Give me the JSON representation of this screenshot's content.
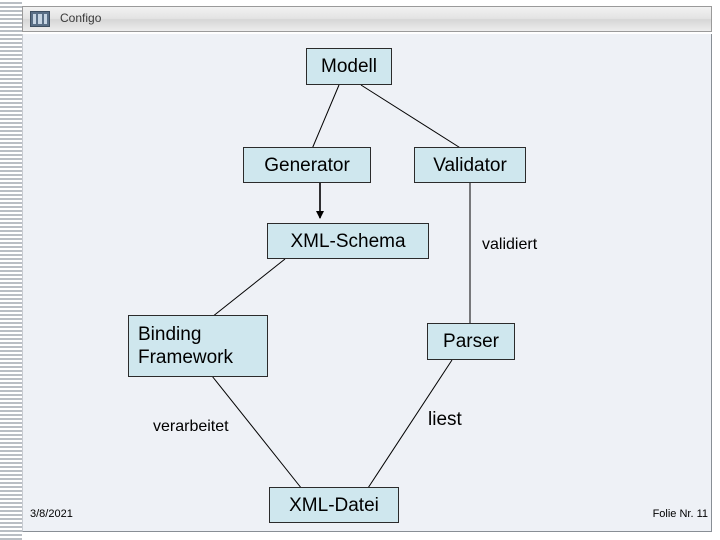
{
  "window": {
    "title": "Configo",
    "logo_icon": "app-logo-icon"
  },
  "diagram": {
    "nodes": [
      {
        "id": "modell",
        "label": "Modell"
      },
      {
        "id": "generator",
        "label": "Generator"
      },
      {
        "id": "validator",
        "label": "Validator"
      },
      {
        "id": "xml-schema",
        "label": "XML-Schema"
      },
      {
        "id": "binding-framework",
        "label": "Binding\nFramework"
      },
      {
        "id": "parser",
        "label": "Parser"
      },
      {
        "id": "xml-datei",
        "label": "XML-Datei"
      }
    ],
    "edge_labels": [
      {
        "id": "validiert",
        "label": "validiert"
      },
      {
        "id": "liest",
        "label": "liest"
      },
      {
        "id": "verarbeitet",
        "label": "verarbeitet"
      }
    ]
  },
  "footer": {
    "date": "3/8/2021",
    "page": "Folie Nr. 11"
  }
}
